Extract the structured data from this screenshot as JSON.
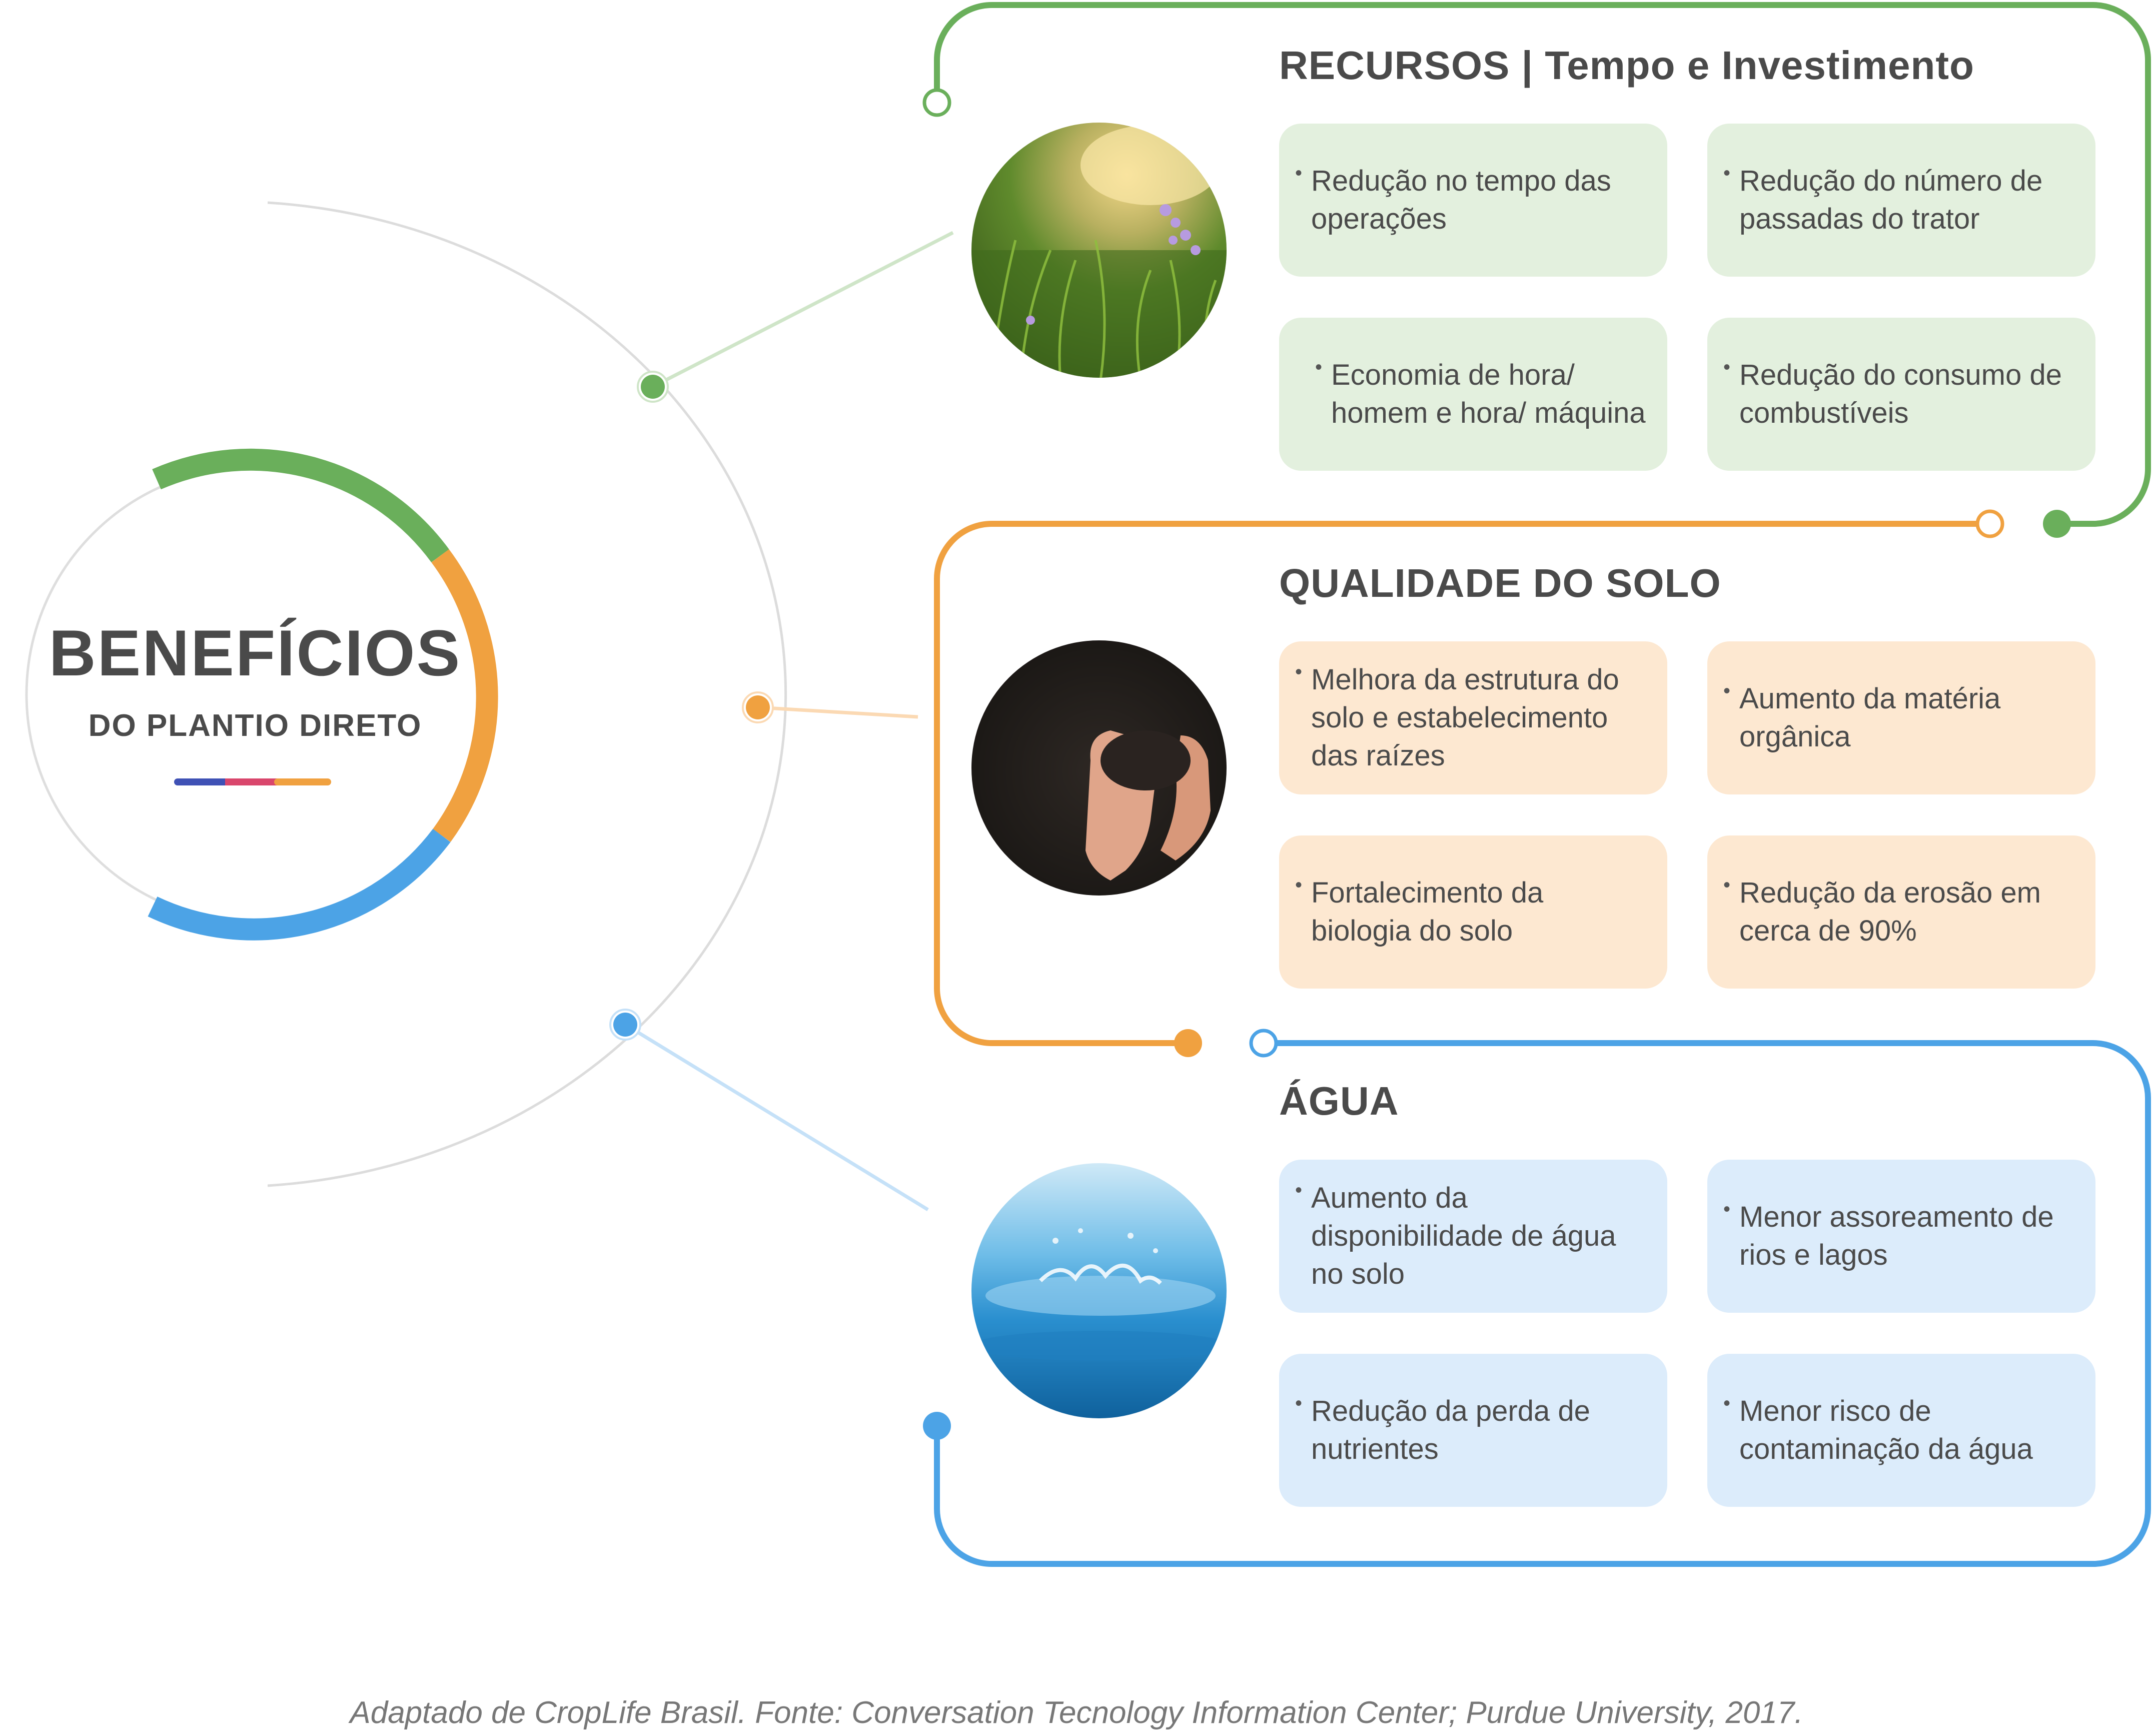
{
  "center": {
    "title": "BENEFÍCIOS",
    "subtitle": "DO PLANTIO DIRETO"
  },
  "colors": {
    "green": "#6aaf5b",
    "orange": "#f0a140",
    "blue": "#4ca3e6",
    "green_card": "#e3f0de",
    "orange_card": "#fde8d1",
    "blue_card": "#dcecfb",
    "accent_bar": [
      "#3f51b5",
      "#d9466c",
      "#f0a140"
    ]
  },
  "sections": [
    {
      "title": "RECURSOS | Tempo e Investimento",
      "color": "green",
      "image": "grass-field-photo",
      "items": [
        "Redução no tempo das operações",
        "Redução do número de passadas do trator",
        "Economia de hora/ homem e hora/ máquina",
        "Redução do consumo de combustíveis"
      ]
    },
    {
      "title": "QUALIDADE DO SOLO",
      "color": "orange",
      "image": "hands-holding-soil-photo",
      "items": [
        "Melhora da estrutura do solo e estabelecimento das raízes",
        "Aumento da matéria orgânica",
        "Fortalecimento da biologia do solo",
        "Redução da erosão em cerca de 90%"
      ]
    },
    {
      "title": "ÁGUA",
      "color": "blue",
      "image": "water-splash-photo",
      "items": [
        "Aumento da disponibilidade de água no solo",
        "Menor assoreamento de rios e lagos",
        "Redução da perda de nutrientes",
        "Menor risco de contaminação da água"
      ]
    }
  ],
  "bullet": "•",
  "caption": "Adaptado de CropLife Brasil. Fonte: Conversation Tecnology Information Center; Purdue University, 2017."
}
